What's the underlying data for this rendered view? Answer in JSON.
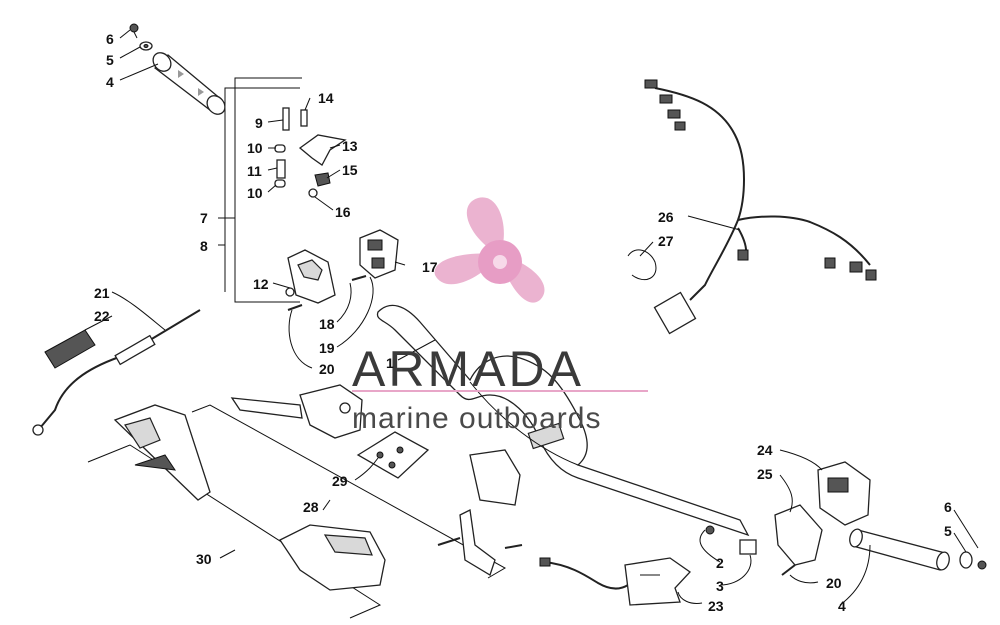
{
  "watermark": {
    "brand": "ARMADA",
    "tagline": "marine outboards",
    "accent_color": "#e8a6c8",
    "icon": "propeller-logo"
  },
  "callouts": {
    "c6a": "6",
    "c5a": "5",
    "c4a": "4",
    "c14": "14",
    "c9": "9",
    "c13": "13",
    "c10a": "10",
    "c11": "11",
    "c15": "15",
    "c10b": "10",
    "c16": "16",
    "c7": "7",
    "c8": "8",
    "c26": "26",
    "c27": "27",
    "c17": "17",
    "c12": "12",
    "c21": "21",
    "c22": "22",
    "c18": "18",
    "c19": "19",
    "c20a": "20",
    "c1": "1",
    "c24": "24",
    "c25": "25",
    "c29": "29",
    "c28": "28",
    "c6b": "6",
    "c5b": "5",
    "c30": "30",
    "c2": "2",
    "c3": "3",
    "c20b": "20",
    "c4b": "4",
    "c23": "23"
  }
}
